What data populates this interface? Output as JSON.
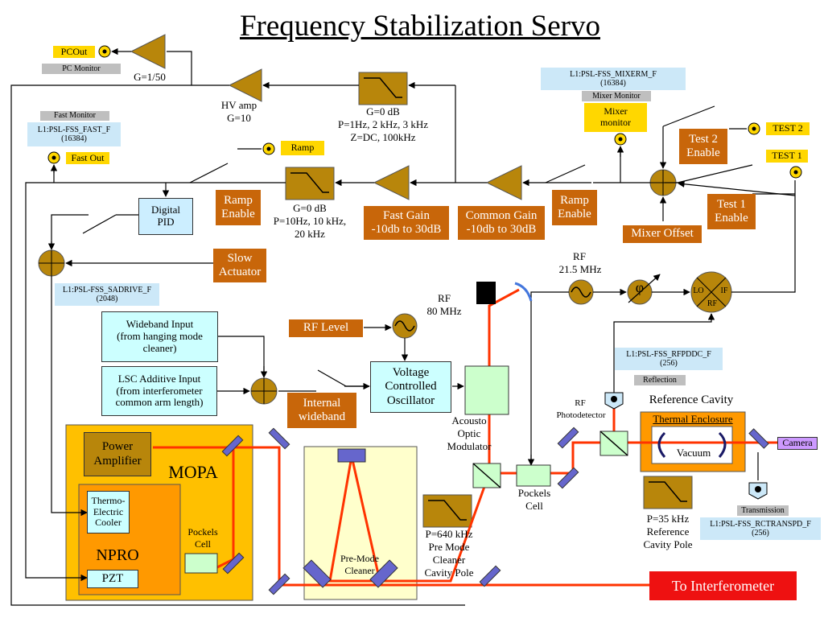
{
  "title": "Frequency Stabilization Servo",
  "labels": {
    "pcout": "PCOut",
    "pc_monitor": "PC Monitor",
    "g_1_50": "G=1/50",
    "hv_amp_1": "HV amp",
    "hv_amp_2": "G=10",
    "filter1_l1": "G=0 dB",
    "filter1_l2": "P=1Hz, 2 kHz, 3 kHz",
    "filter1_l3": "Z=DC, 100kHz",
    "fast_monitor": "Fast  Monitor",
    "fast_f_l1": "L1:PSL-FSS_FAST_F",
    "fast_f_l2": "(16384)",
    "fast_out": "Fast Out",
    "mixerm_l1": "L1:PSL-FSS_MIXERM_F",
    "mixerm_l2": "(16384)",
    "mixer_monitor_tag": "Mixer Monitor",
    "mixer_monitor_l1": "Mixer",
    "mixer_monitor_l2": "monitor",
    "test2_enable_l1": "Test 2",
    "test2_enable_l2": "Enable",
    "test2": "TEST 2",
    "test1": "TEST 1",
    "test1_enable_l1": "Test 1",
    "test1_enable_l2": "Enable",
    "ramp": "Ramp",
    "digital_pid_l1": "Digital",
    "digital_pid_l2": "PID",
    "ramp_enable_l1": "Ramp",
    "ramp_enable_l2": "Enable",
    "filter2_l1": "G=0 dB",
    "filter2_l2": "P=10Hz, 10 kHz,",
    "filter2_l3": "20 kHz",
    "fast_gain_l1": "Fast Gain",
    "fast_gain_l2": "-10db to 30dB",
    "common_gain_l1": "Common Gain",
    "common_gain_l2": "-10db to 30dB",
    "ramp_enable2_l1": "Ramp",
    "ramp_enable2_l2": "Enable",
    "mixer_offset": "Mixer Offset",
    "slow_actuator_l1": "Slow",
    "slow_actuator_l2": "Actuator",
    "sadrive_l1": "L1:PSL-FSS_SADRIVE_F",
    "sadrive_l2": "(2048)",
    "rf80_l1": "RF",
    "rf80_l2": "80 MHz",
    "rf215_l1": "RF",
    "rf215_l2": "21.5 MHz",
    "phi": "φ",
    "lo": "LO",
    "if": "IF",
    "rf": "RF",
    "rf_level": "RF Level",
    "wideband_l1": "Wideband Input",
    "wideband_l2": "(from  hanging mode",
    "wideband_l3": "cleaner)",
    "lsc_l1": "LSC Additive Input",
    "lsc_l2": "(from interferometer",
    "lsc_l3": "common arm length)",
    "vco_l1": "Voltage",
    "vco_l2": "Controlled",
    "vco_l3": "Oscillator",
    "internal_wb_l1": "Internal",
    "internal_wb_l2": "wideband",
    "aom_l1": "Acousto",
    "aom_l2": "Optic",
    "aom_l3": "Modulator",
    "rfpddc_l1": "L1:PSL-FSS_RFPDDC_F",
    "rfpddc_l2": "(256)",
    "reflection": "Reflection",
    "rf_pd_l1": "RF",
    "rf_pd_l2": "Photodetector",
    "ref_cavity": "Reference Cavity",
    "thermal_enclosure": "Thermal Enclosure",
    "vacuum": "Vacuum",
    "camera": "Camera",
    "power_amp_l1": "Power",
    "power_amp_l2": "Amplifier",
    "mopa": "MOPA",
    "thermo_l1": "Thermo-",
    "thermo_l2": "Electric",
    "thermo_l3": "Cooler",
    "npro": "NPRO",
    "pzt": "PZT",
    "pockels1_l1": "Pockels",
    "pockels1_l2": "Cell",
    "pre_mode_l1": "Pre-Mode",
    "pre_mode_l2": "Cleaner",
    "pmc_pole_l1": "P=640 kHz",
    "pmc_pole_l2": "Pre Mode",
    "pmc_pole_l3": "Cleaner",
    "pmc_pole_l4": "Cavity Pole",
    "pockels2_l1": "Pockels",
    "pockels2_l2": "Cell",
    "transmission": "Transmission",
    "rctranspd_l1": "L1:PSL-FSS_RCTRANSPD_F",
    "rctranspd_l2": "(256)",
    "refcav_pole_l1": "P=35 kHz",
    "refcav_pole_l2": "Reference",
    "refcav_pole_l3": "Cavity Pole",
    "to_ifo": "To Interferometer"
  },
  "colors": {
    "orange_box": "#c8660a",
    "yellow_tag": "#ffd700",
    "blue_tag": "#cce8f8",
    "grey_tag": "#bfbfbf",
    "mint_box": "#ccffcc",
    "amplifier": "#b8860b",
    "mopa_bg": "#ffc000",
    "npro_bg": "#ff9900",
    "pmc_bg": "#ffffcc",
    "laser_beam": "#ff3300",
    "mirror": "#6666cc",
    "to_interferometer": "#ee1111",
    "camera_bg": "#cc99ff"
  }
}
